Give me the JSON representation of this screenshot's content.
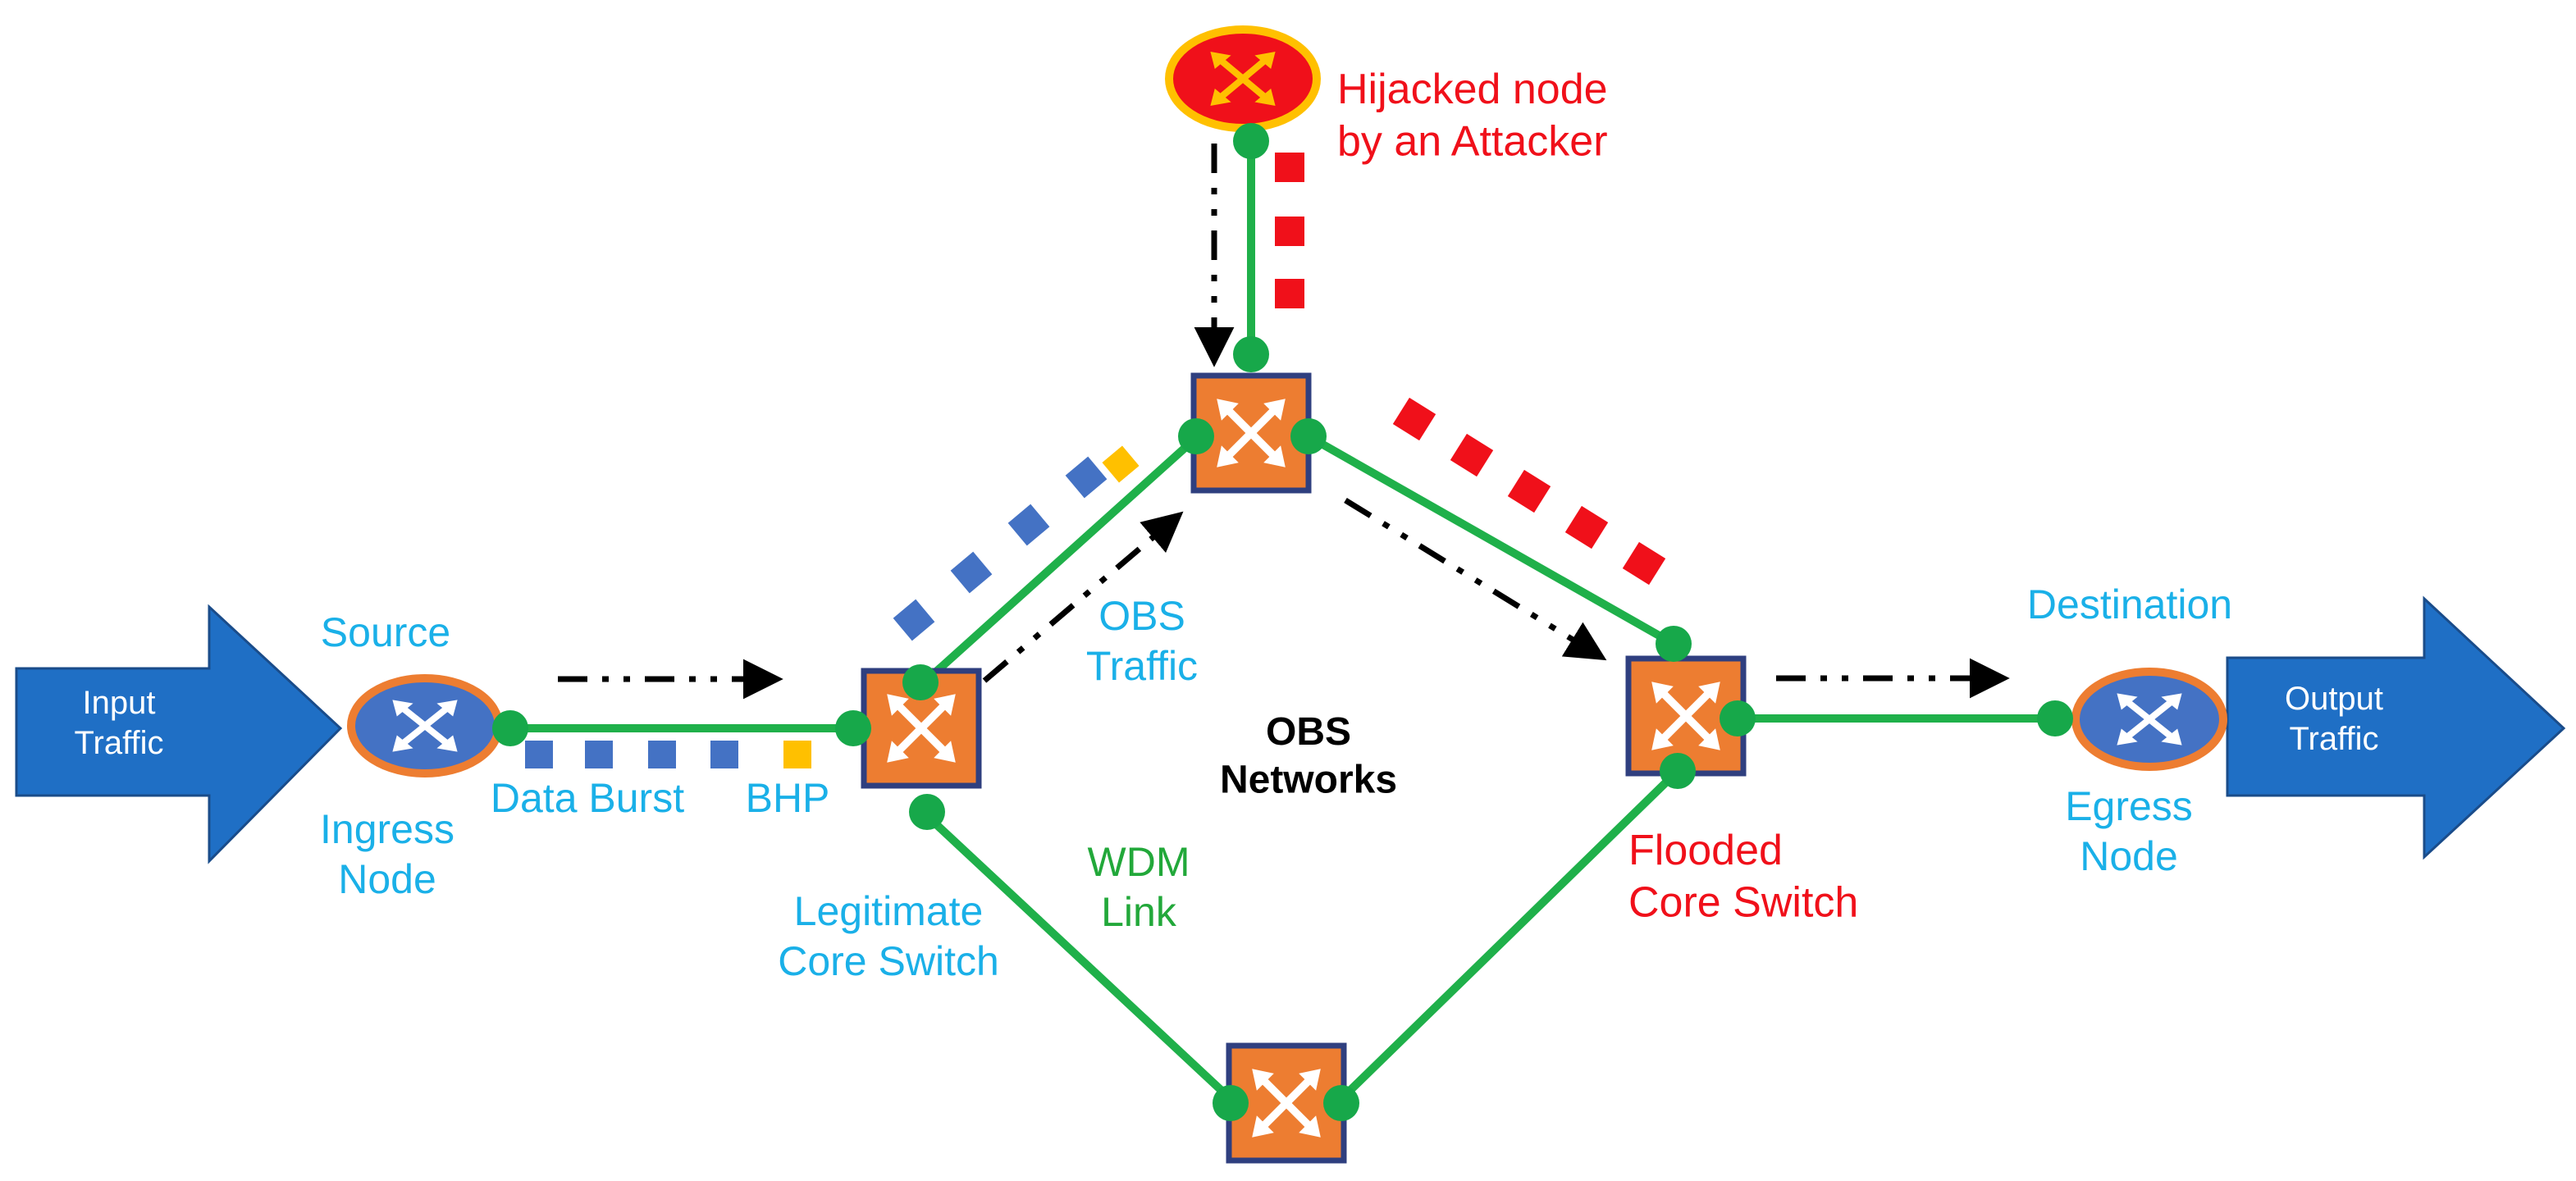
{
  "colors": {
    "link": "#1FB04A",
    "dot": "#17A84A",
    "switch_fill": "#ED7D31",
    "switch_border": "#2F3F7F",
    "edge_node_fill": "#4472C4",
    "edge_node_ring": "#ED7D31",
    "hijacked_fill": "#F0101A",
    "hijacked_ring": "#FFC000",
    "data_burst": "#4472C4",
    "bhp": "#FFC000",
    "attack_burst": "#F0101A",
    "label_blue": "#1AB0E8",
    "label_red": "#F0101A",
    "label_green": "#22A83A",
    "big_arrow": "#1F6FC5"
  },
  "arrows": {
    "input": "Input\nTraffic",
    "output": "Output\nTraffic"
  },
  "labels": {
    "source": "Source",
    "ingress": "Ingress\nNode",
    "data_burst": "Data Burst",
    "bhp": "BHP",
    "legitimate": "Legitimate\nCore Switch",
    "obs_traffic": "OBS\nTraffic",
    "obs_networks": "OBS\nNetworks",
    "wdm_link": "WDM\nLink",
    "hijacked": "Hijacked node\nby an Attacker",
    "flooded": "Flooded\nCore Switch",
    "destination": "Destination",
    "egress": "Egress\nNode"
  },
  "icons": {
    "edge_node": "router-icon",
    "core_switch": "optical-switch-icon",
    "hijacked_node": "hijacked-router-icon"
  }
}
